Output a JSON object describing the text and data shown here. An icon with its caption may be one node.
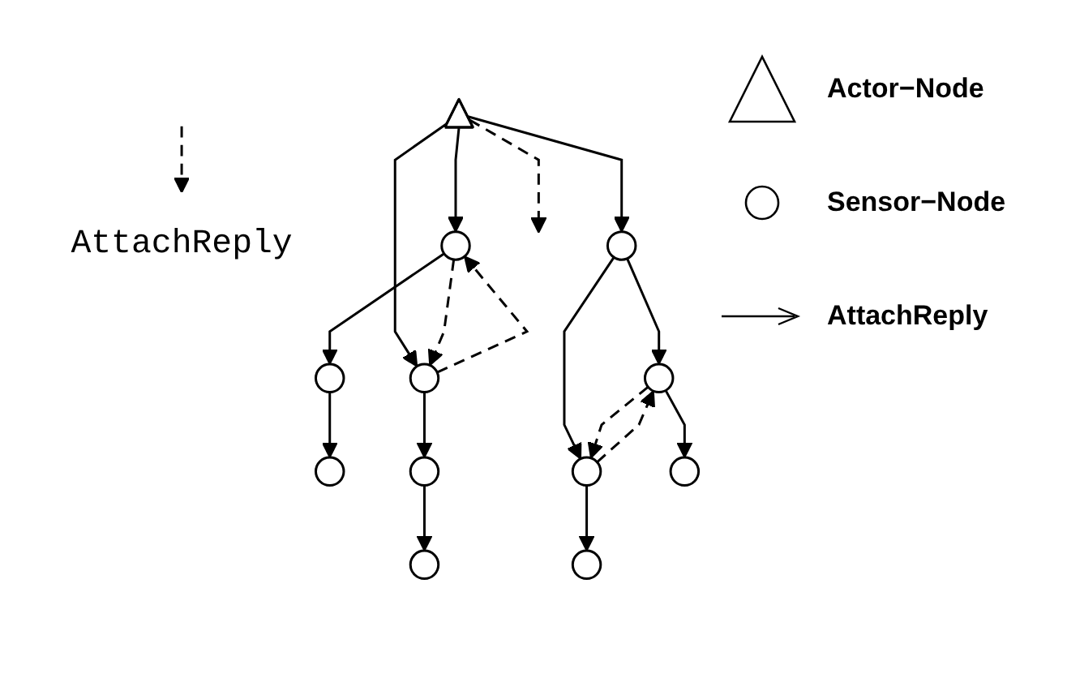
{
  "diagram": {
    "nodes": [
      {
        "text": [
          "AttachReply"
        ]
      },
      {
        "text": [],
        "shape": "triangle"
      },
      {
        "text": [],
        "shape": "circle"
      },
      {
        "text": [],
        "shape": "circle"
      },
      {
        "text": [],
        "shape": "circle"
      },
      {
        "text": [],
        "shape": "circle"
      },
      {
        "text": [],
        "shape": "circle"
      },
      {
        "text": [],
        "shape": "circle"
      },
      {
        "text": [],
        "shape": "circle"
      },
      {
        "text": [],
        "shape": "circle"
      },
      {
        "text": [],
        "shape": "circle"
      },
      {
        "text": [],
        "shape": "circle"
      },
      {
        "text": [],
        "shape": "circle"
      }
    ],
    "edges": [
      {
        "from": 1,
        "to": 2,
        "arrow": "to"
      },
      {
        "from": 2,
        "to": 3,
        "arrow": "to"
      },
      {
        "from": 3,
        "to": 4,
        "arrow": "to"
      },
      {
        "from": null,
        "to": 0,
        "arrow": "to",
        "style": "dashed"
      },
      {
        "from": 1,
        "to": null,
        "arrow": "to",
        "style": "dashed"
      },
      {
        "from": 1,
        "to": 5,
        "arrow": "to"
      },
      {
        "from": 2,
        "to": 5,
        "arrow": "to",
        "style": "dashed"
      },
      {
        "from": 5,
        "to": 2,
        "arrow": "to",
        "style": "dashed"
      },
      {
        "from": 5,
        "to": 6,
        "arrow": "to"
      },
      {
        "from": 6,
        "to": 7,
        "arrow": "to"
      },
      {
        "from": 1,
        "to": 8,
        "arrow": "to"
      },
      {
        "from": 8,
        "to": 9,
        "arrow": "to"
      },
      {
        "from": 8,
        "to": 10,
        "arrow": "to"
      },
      {
        "from": 9,
        "to": 10,
        "arrow": "to",
        "style": "dashed"
      },
      {
        "from": 10,
        "to": 9,
        "arrow": "to",
        "style": "dashed"
      },
      {
        "from": 9,
        "to": 11,
        "arrow": "to"
      },
      {
        "from": 10,
        "to": 12,
        "arrow": "to"
      }
    ],
    "legend": [
      {
        "text": "Actor−Node"
      },
      {
        "text": "Sensor−Node"
      },
      {
        "text": "AttachReply"
      }
    ]
  }
}
